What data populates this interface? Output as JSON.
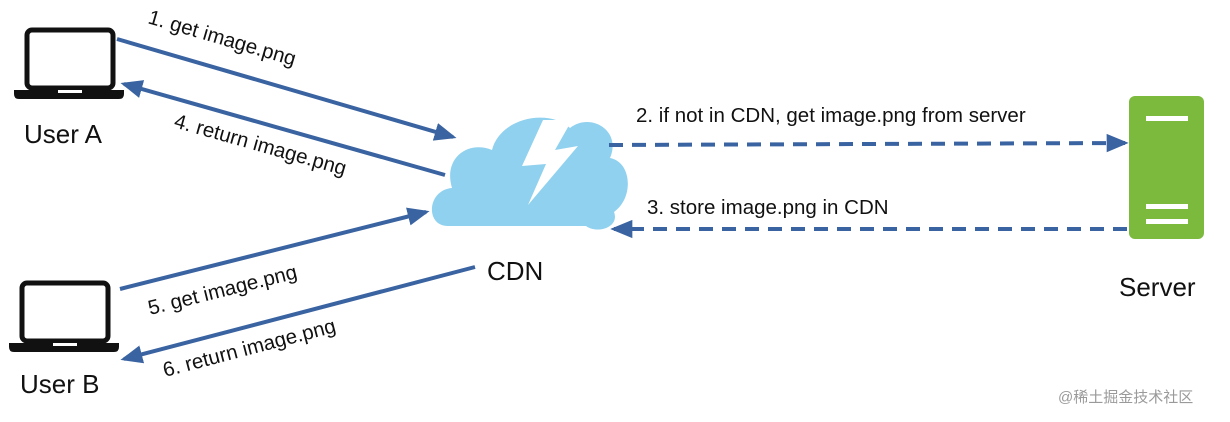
{
  "nodes": {
    "user_a": {
      "label": "User A",
      "icon": "laptop-icon"
    },
    "user_b": {
      "label": "User B",
      "icon": "laptop-icon"
    },
    "cdn": {
      "label": "CDN",
      "icon": "cloud-lightning-icon"
    },
    "server": {
      "label": "Server",
      "icon": "server-icon"
    }
  },
  "edges": {
    "step1": "1. get image.png",
    "step2": "2. if not in CDN, get image.png from server",
    "step3": "3. store image.png in CDN",
    "step4": "4. return image.png",
    "step5": "5. get image.png",
    "step6": "6. return image.png"
  },
  "colors": {
    "arrow": "#3a63a1",
    "cloud": "#8fd1ee",
    "lightning": "#ffffff",
    "server_body": "#7cba3e",
    "server_slot": "#ffffff",
    "laptop": "#111111"
  },
  "watermark": "@稀土掘金技术社区"
}
